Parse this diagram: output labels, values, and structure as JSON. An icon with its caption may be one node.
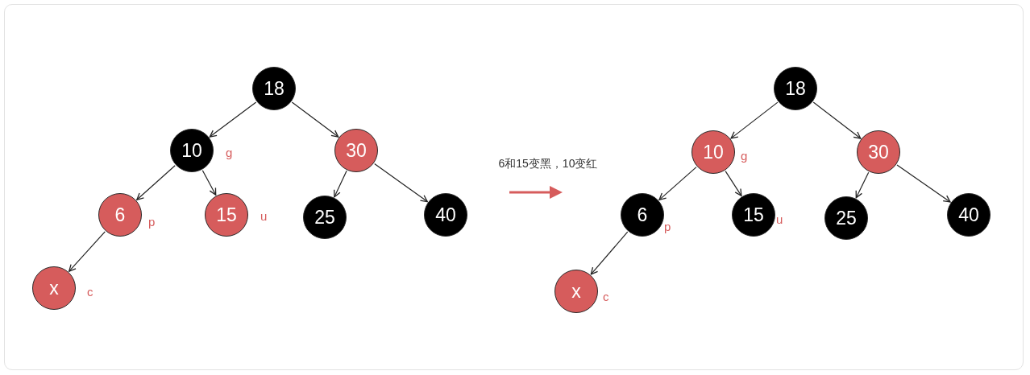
{
  "diagram": {
    "nodes": [
      {
        "text": [
          "18"
        ]
      },
      {
        "text": [
          "10"
        ],
        "beside": [
          "g"
        ]
      },
      {
        "text": [
          "30"
        ]
      },
      {
        "text": [
          "6"
        ],
        "beside": [
          "p"
        ]
      },
      {
        "text": [
          "15"
        ],
        "beside": [
          "u"
        ]
      },
      {
        "text": [
          "25"
        ]
      },
      {
        "text": [
          "40"
        ]
      },
      {
        "text": [
          "x"
        ],
        "beside": [
          "c"
        ]
      },
      {
        "text": [
          "18"
        ]
      },
      {
        "text": [
          "10"
        ],
        "beside": [
          "g"
        ]
      },
      {
        "text": [
          "30"
        ]
      },
      {
        "text": [
          "6"
        ],
        "beside": [
          "p"
        ]
      },
      {
        "text": [
          "15"
        ],
        "beside": [
          "u"
        ]
      },
      {
        "text": [
          "25"
        ]
      },
      {
        "text": [
          "40"
        ]
      },
      {
        "text": [
          "x"
        ],
        "beside": [
          "c"
        ]
      }
    ],
    "edges": [
      {
        "from": 0,
        "to": 1,
        "arrow": "to"
      },
      {
        "from": 0,
        "to": 2,
        "arrow": "to"
      },
      {
        "from": 1,
        "to": 3,
        "arrow": "to"
      },
      {
        "from": 1,
        "to": 4,
        "arrow": "to"
      },
      {
        "from": 2,
        "to": 5,
        "arrow": "to"
      },
      {
        "from": 2,
        "to": 6,
        "arrow": "to"
      },
      {
        "from": 3,
        "to": 7,
        "arrow": "to"
      },
      {
        "from": 8,
        "to": 9,
        "arrow": "to"
      },
      {
        "from": 8,
        "to": 10,
        "arrow": "to"
      },
      {
        "from": 9,
        "to": 11,
        "arrow": "to"
      },
      {
        "from": 9,
        "to": 12,
        "arrow": "to"
      },
      {
        "from": 10,
        "to": 13,
        "arrow": "to"
      },
      {
        "from": 10,
        "to": 14,
        "arrow": "to"
      },
      {
        "from": 11,
        "to": 15,
        "arrow": "to"
      }
    ],
    "labels": [
      "6和15变黑，10变红"
    ]
  }
}
